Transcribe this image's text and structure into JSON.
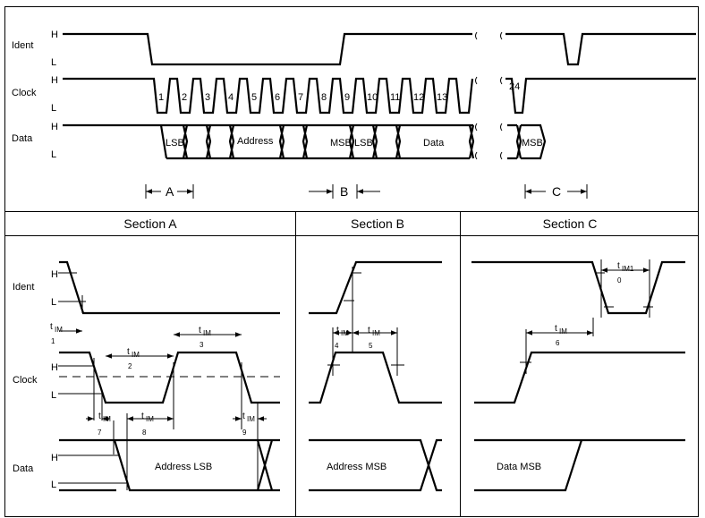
{
  "overview": {
    "signals": [
      "Ident",
      "Clock",
      "Data"
    ],
    "high": "H",
    "low": "L",
    "clock_numbers": [
      "1",
      "2",
      "3",
      "4",
      "5",
      "6",
      "7",
      "8",
      "9",
      "10",
      "11",
      "12",
      "13"
    ],
    "clock_last": "24",
    "data_labels": {
      "lsb1": "LSB",
      "address": "Address",
      "msb": "MSB",
      "lsb2": "LSB",
      "data": "Data",
      "msb_c": "MSB"
    },
    "markers": [
      "A",
      "B",
      "C"
    ]
  },
  "sections": [
    {
      "title": "Section A",
      "ident": "Ident",
      "clock": "Clock",
      "data": "Data",
      "data_text": "Address LSB"
    },
    {
      "title": "Section B",
      "data_text": "Address MSB"
    },
    {
      "title": "Section C",
      "data_text": "Data MSB"
    }
  ],
  "timing": {
    "t": "t",
    "im": "IM",
    "im1": "IM1",
    "idx": [
      "1",
      "2",
      "3",
      "7",
      "8",
      "9",
      "4",
      "5",
      "0",
      "6"
    ]
  }
}
